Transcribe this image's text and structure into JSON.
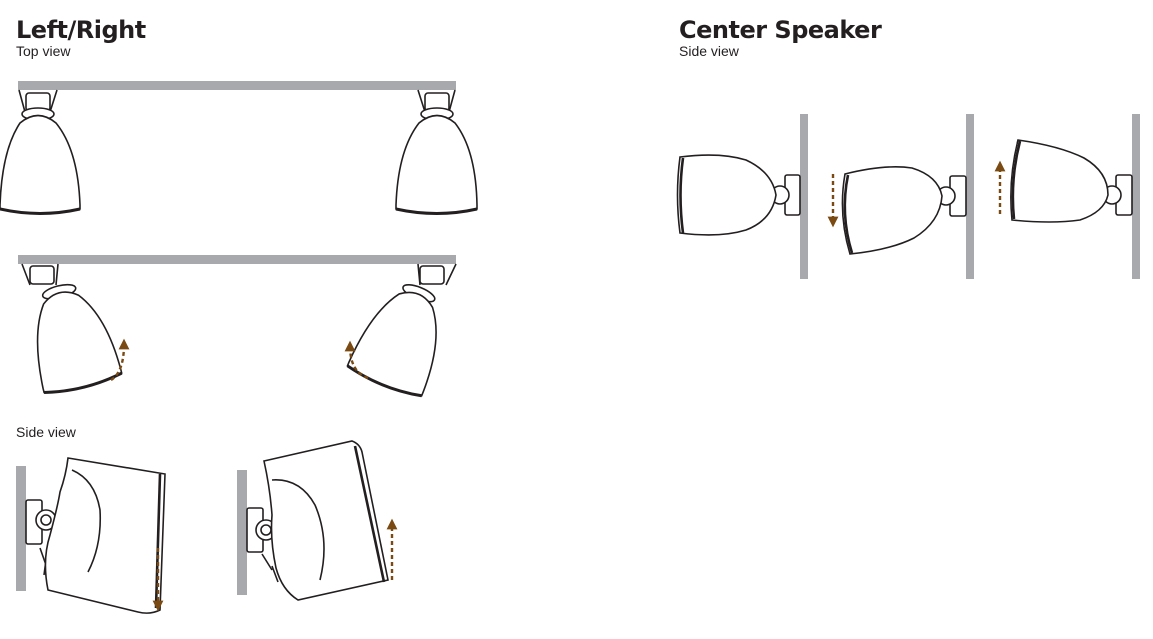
{
  "left_right": {
    "title": "Left/Right",
    "top_view_label": "Top view",
    "side_view_label": "Side view"
  },
  "center": {
    "title": "Center Speaker",
    "side_view_label": "Side view"
  },
  "colors": {
    "wall": "#a7a9ac",
    "outline": "#231f20",
    "arrow": "#7a4a12"
  }
}
